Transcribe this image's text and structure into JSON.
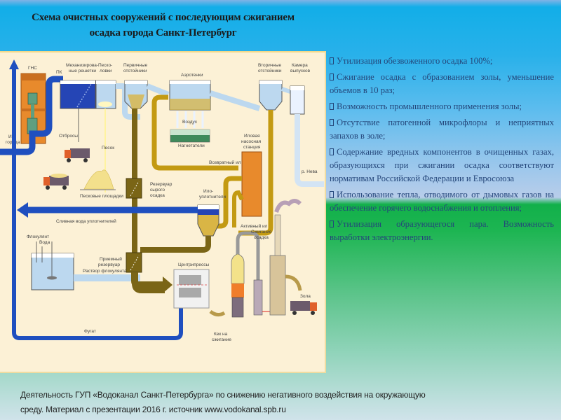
{
  "title": {
    "line1": "Схема очистных сооружений с последующим сжиганием",
    "line2": "осадка города Санкт-Петербург"
  },
  "diagram": {
    "labels": {
      "gns": "ГНС",
      "pk": "ПК",
      "mech_grids_1": "Механизирова-",
      "mech_grids_2": "ные решетки",
      "sand_traps_1": "Песко-",
      "sand_traps_2": "ловки",
      "primary_settlers_1": "Первичные",
      "primary_settlers_2": "отстойники",
      "aerotanks": "Аэротенки",
      "secondary_settlers_1": "Вторичные",
      "secondary_settlers_2": "отстойники",
      "outlet_chamber_1": "Камера",
      "outlet_chamber_2": "выпусков",
      "from_city_1": "Из",
      "from_city_2": "города",
      "waste": "Отбросы",
      "sand": "Песок",
      "sand_sites": "Песковые площадки",
      "air": "Воздух",
      "blowers": "Нагнетатели",
      "sludge_pump_1": "Иловая",
      "sludge_pump_2": "насосная",
      "sludge_pump_3": "станция",
      "return_sludge": "Возвратный ил",
      "raw_sludge_tank_1": "Резервуар",
      "raw_sludge_tank_2": "сырого",
      "raw_sludge_tank_3": "осадка",
      "thickeners_1": "Ило-",
      "thickeners_2": "уплотнители",
      "active_sludge": "Активный ил",
      "neva_river": "р. Нева",
      "thickener_drain": "Сливная вода уплотнителей",
      "flocculant": "Флокулянт",
      "water": "Вода",
      "receiving_tank_1": "Приемный",
      "receiving_tank_2": "резервуар",
      "flocculant_solution": "Раствор флокулянта",
      "centrifuges": "Центрипрессы",
      "incineration_1": "Сжигание",
      "incineration_2": "осадка",
      "cake_1": "Кек на",
      "cake_2": "сжигание",
      "ash": "Зола",
      "fugate": "Фугат"
    },
    "colors": {
      "water_blue": "#1f4fbf",
      "light_water": "#bcd8ef",
      "sludge": "#b8900f",
      "raw_sludge": "#7a6516",
      "gns_orange": "#e88a2c",
      "background": "#fcf1d6"
    }
  },
  "bullets": [
    "Утилизация обезвоженного осадка 100%;",
    "Сжигание осадка с образованием золы, уменьшение объемов   в 10 раз;",
    "Возможность промышленного применения золы;",
    "Отсутствие патогенной микрофлоры и неприятных запахов в золе;",
    "Содержание вредных компонентов в очищенных газах, образующихся при сжигании осадка соответствуют нормативам Российской Федерации и Евросоюза",
    "Использование тепла, отводимого от дымовых газов на обеспечение горячего водоснабжения и отопления;",
    "Утилизация образующегося пара. Возможность выработки электроэнергии."
  ],
  "footer": {
    "line1": "Деятельность ГУП «Водоканал Санкт-Петербурга» по снижению негативного воздействия на окружающую",
    "line2": "среду. Материал с презентации 2016 г. источник www.vodokanal.spb.ru"
  }
}
